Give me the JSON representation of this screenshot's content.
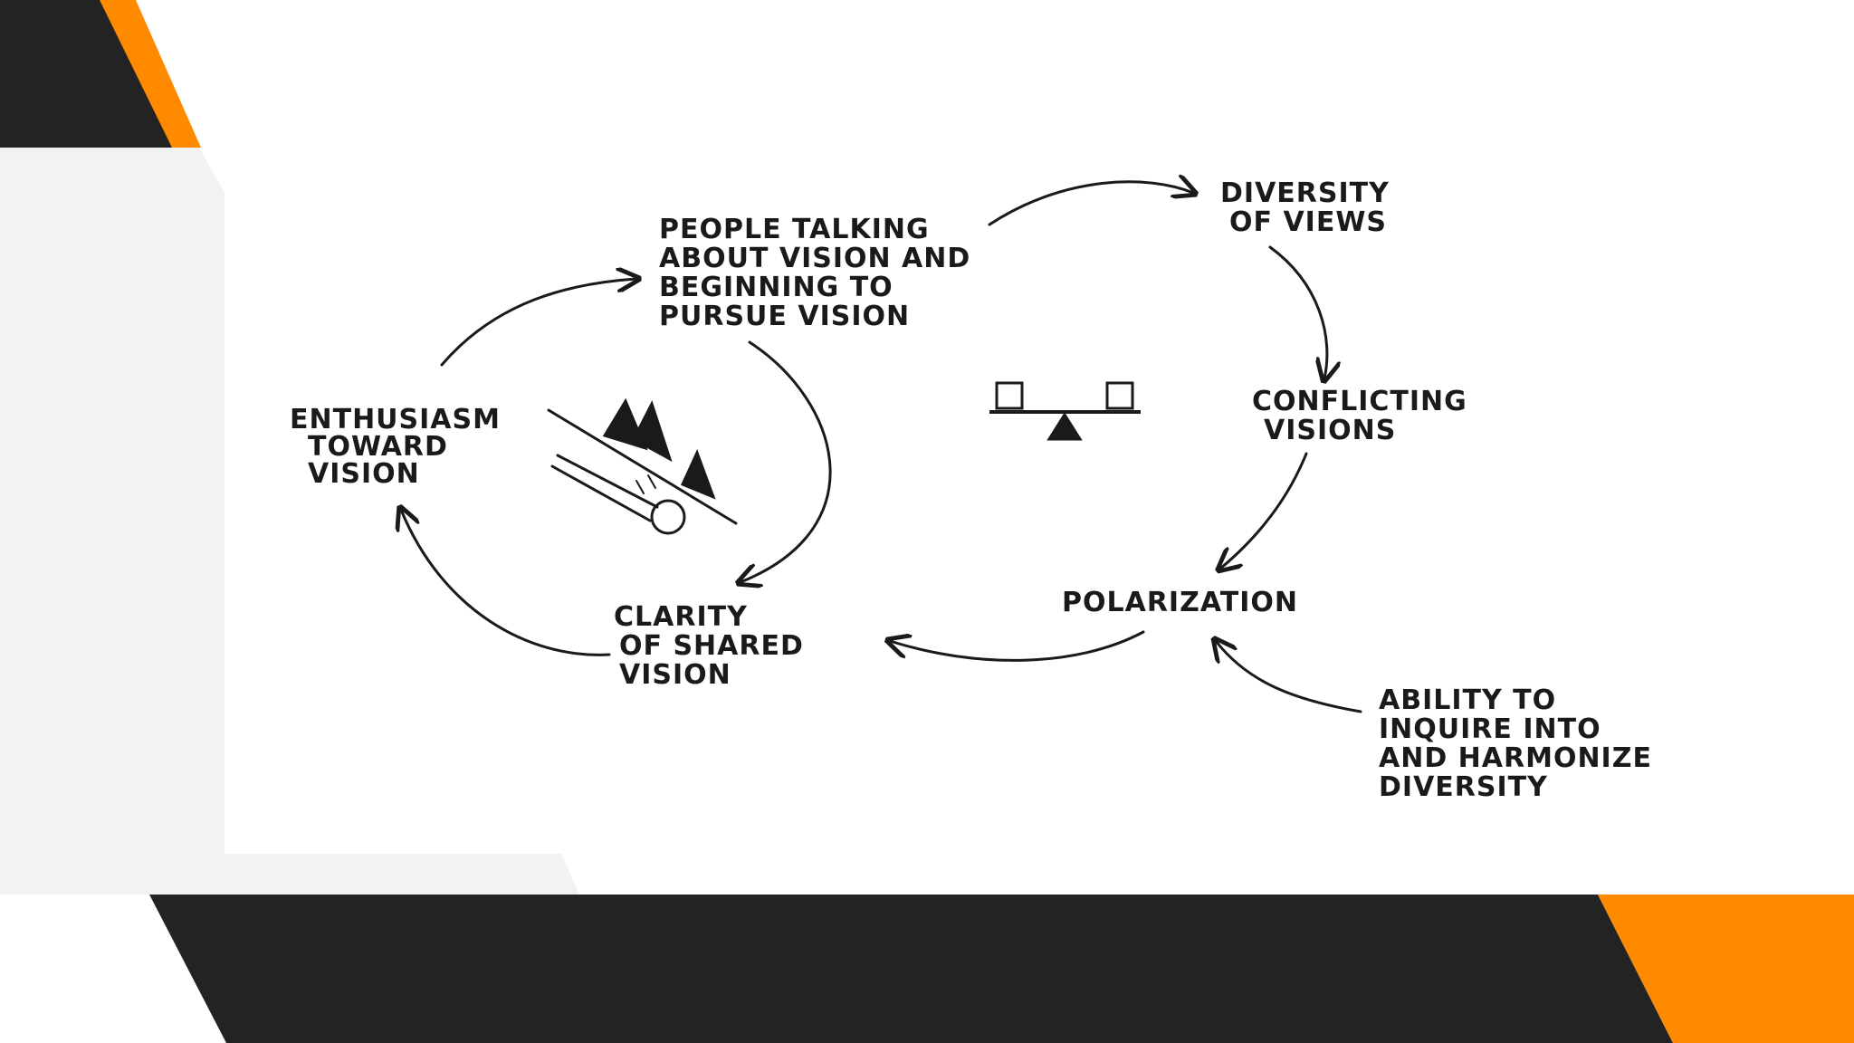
{
  "theme": {
    "dark": "#232323",
    "accent": "#ff8a00",
    "light_gray": "#f2f2f2",
    "ink": "#1a1a1a"
  },
  "diagram": {
    "nodes": {
      "people_talking": [
        "PEOPLE TALKING",
        "ABOUT VISION AND",
        "BEGINNING TO",
        "PURSUE VISION"
      ],
      "diversity": [
        "DIVERSITY",
        "OF VIEWS"
      ],
      "enthusiasm": [
        "ENTHUSIASM",
        "TOWARD",
        "VISION"
      ],
      "conflicting": [
        "CONFLICTING",
        "VISIONS"
      ],
      "polarization": [
        "POLARIZATION"
      ],
      "clarity": [
        "CLARITY",
        "OF SHARED",
        "VISION"
      ],
      "ability": [
        "ABILITY TO",
        "INQUIRE INTO",
        "AND HARMONIZE",
        "DIVERSITY"
      ]
    },
    "icons": {
      "snowball": "snowball-rolling-downhill-icon",
      "balance": "seesaw-balance-icon"
    }
  }
}
